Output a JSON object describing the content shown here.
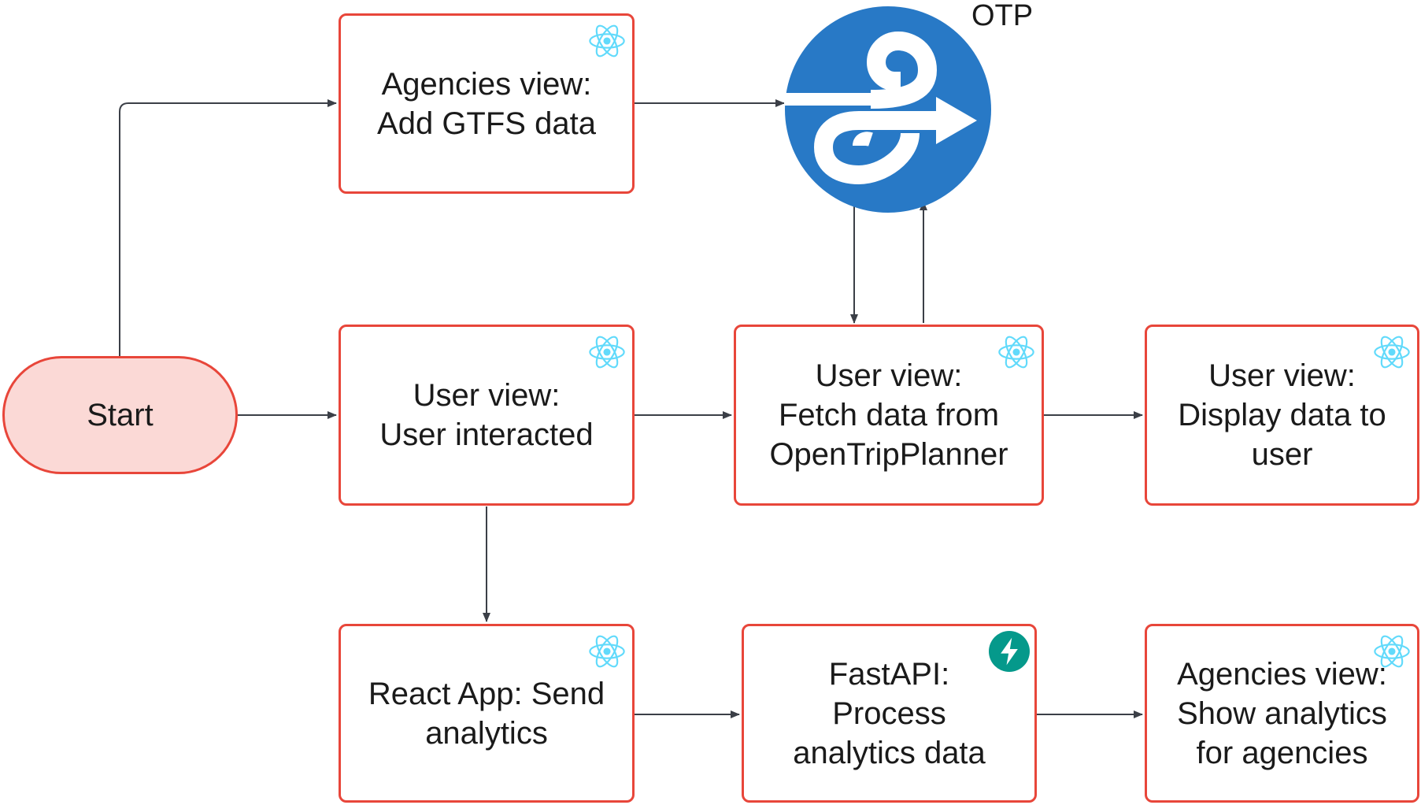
{
  "colors": {
    "box_border": "#e8463a",
    "start_fill": "#fbd9d6",
    "arrow": "#3b3f47",
    "otp_blue": "#2879c6",
    "react_cyan": "#61dafb",
    "fastapi_teal": "#05998b"
  },
  "otp": {
    "label": "OTP",
    "logo_icon": "opentripplanner-logo-icon"
  },
  "nodes": {
    "start": {
      "label": "Start"
    },
    "agencies_add_gtfs": {
      "label": "Agencies view:\nAdd GTFS data",
      "icon": "react-icon"
    },
    "user_interacted": {
      "label": "User view:\nUser interacted",
      "icon": "react-icon"
    },
    "fetch_otp": {
      "label": "User view:\nFetch data from\nOpenTripPlanner",
      "icon": "react-icon"
    },
    "display_data": {
      "label": "User view:\nDisplay data to\nuser",
      "icon": "react-icon"
    },
    "send_analytics": {
      "label": "React App: Send\nanalytics",
      "icon": "react-icon"
    },
    "fastapi_process": {
      "label": "FastAPI:\nProcess\nanalytics data",
      "icon": "fastapi-icon"
    },
    "show_analytics": {
      "label": "Agencies view:\nShow analytics\nfor agencies",
      "icon": "react-icon"
    }
  }
}
